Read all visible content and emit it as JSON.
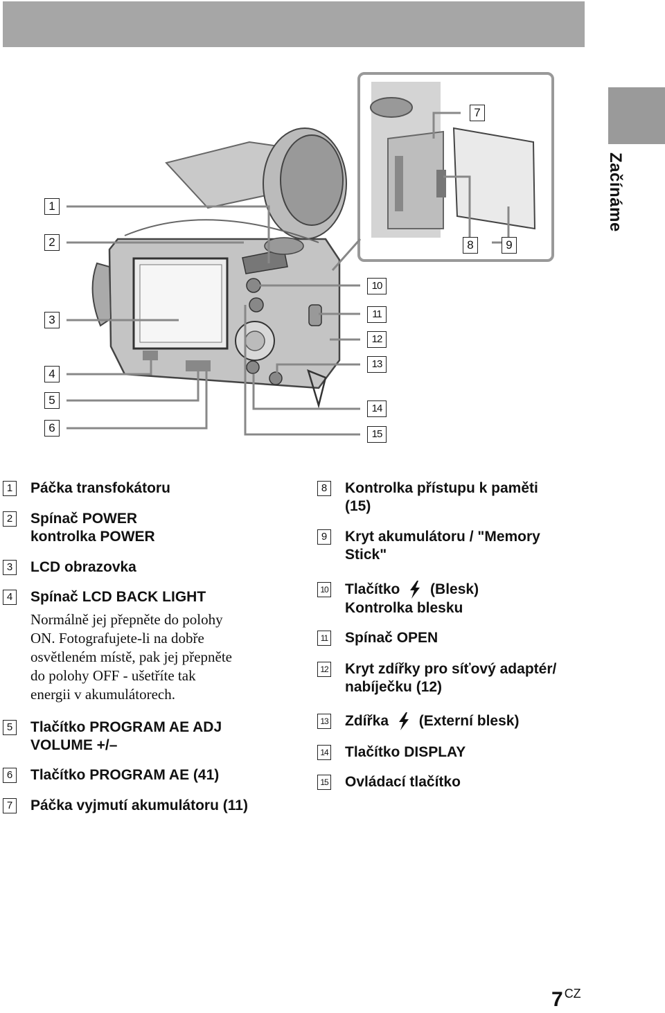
{
  "section_label": "Začínáme",
  "callouts": [
    "1",
    "2",
    "3",
    "4",
    "5",
    "6",
    "7",
    "8",
    "9",
    "10",
    "11",
    "12",
    "13",
    "14",
    "15"
  ],
  "items": [
    {
      "num": "1",
      "text": "Páčka transfokátoru"
    },
    {
      "num": "2",
      "text": "Spínač POWER",
      "text2": "kontrolka POWER"
    },
    {
      "num": "3",
      "text": "LCD obrazovka"
    },
    {
      "num": "4",
      "text": "Spínač LCD BACK LIGHT",
      "note": [
        "Normálně jej přepněte do polohy",
        "ON. Fotografujete-li na dobře",
        "osvětleném místě, pak jej přepněte",
        "do polohy OFF - ušetříte tak",
        "energii v akumulátorech."
      ]
    },
    {
      "num": "5",
      "text": "Tlačítko PROGRAM AE ADJ",
      "text2": "VOLUME +/–"
    },
    {
      "num": "6",
      "text": "Tlačítko PROGRAM AE (41)"
    },
    {
      "num": "7",
      "text": "Páčka vyjmutí akumulátoru (11)"
    },
    {
      "num": "8",
      "text": "Kontrolka přístupu k paměti",
      "text2": "(15)"
    },
    {
      "num": "9",
      "text": "Kryt akumulátoru / \"Memory",
      "text2": "Stick\""
    },
    {
      "num": "10",
      "text": "Tlačítko",
      "text_after": "(Blesk)",
      "text2": "Kontrolka blesku"
    },
    {
      "num": "11",
      "text": "Spínač OPEN"
    },
    {
      "num": "12",
      "text": "Kryt zdířky pro síťový adaptér/",
      "text2": "nabíječku (12)"
    },
    {
      "num": "13",
      "text": "Zdířka",
      "text_after": "(Externí blesk)"
    },
    {
      "num": "14",
      "text": "Tlačítko DISPLAY"
    },
    {
      "num": "15",
      "text": "Ovládací tlačítko"
    }
  ],
  "page": {
    "number": "7",
    "suffix": "CZ"
  }
}
